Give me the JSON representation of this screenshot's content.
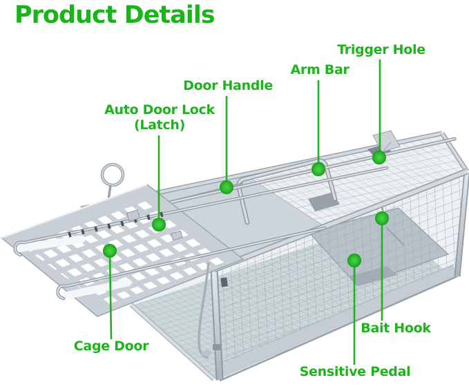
{
  "title": "Product Details",
  "labels": {
    "trigger_hole": "Trigger Hole",
    "arm_bar": "Arm Bar",
    "door_handle": "Door Handle",
    "auto_door_lock_line1": "Auto Door Lock",
    "auto_door_lock_line2": "(Latch)",
    "cage_door": "Cage Door",
    "bait_hook": "Bait Hook",
    "sensitive_pedal": "Sensitive Pedal"
  },
  "colors": {
    "green": "#1db31d",
    "dot_green": "#2cbc2c",
    "metal_light": "#ced5db",
    "metal_dark": "#9aa3ac"
  }
}
